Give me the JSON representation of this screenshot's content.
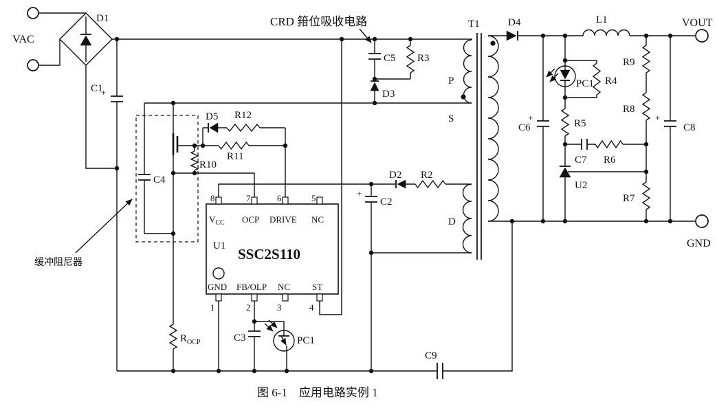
{
  "figure": {
    "caption": "图 6-1　应用电路实例 1"
  },
  "annotations": {
    "crd": "CRD 箝位吸收电路",
    "buffer_damper": "缓冲阻尼器"
  },
  "terminals": {
    "vac": "VAC",
    "vout": "VOUT",
    "gnd": "GND"
  },
  "transformer": {
    "ref": "T1",
    "primary": "P",
    "secondary": "S",
    "aux": "D"
  },
  "components": {
    "d1": "D1",
    "c1": "C1",
    "c5": "C5",
    "r3": "R3",
    "d3": "D3",
    "d5": "D5",
    "r12": "R12",
    "r11": "R11",
    "r10": "R10",
    "c4": "C4",
    "r_ocp_main": "R",
    "r_ocp_sub": "OCP",
    "c3": "C3",
    "pc1_primary": "PC1",
    "c2": "C2",
    "d2": "D2",
    "r2": "R2",
    "c9": "C9",
    "d4": "D4",
    "l1": "L1",
    "c6": "C6",
    "pc1_secondary": "PC1",
    "r4": "R4",
    "r5": "R5",
    "c7": "C7",
    "r6": "R6",
    "u2": "U2",
    "r9": "R9",
    "r8": "R8",
    "r7": "R7",
    "c8": "C8",
    "plus": "+"
  },
  "ic": {
    "ref": "U1",
    "part": "SSC2S110",
    "pins_top": [
      {
        "num": "8",
        "main": "V",
        "sub": "CC"
      },
      {
        "num": "7",
        "name": "OCP"
      },
      {
        "num": "6",
        "name": "DRIVE"
      },
      {
        "num": "5",
        "name": "NC"
      }
    ],
    "pins_bottom": [
      {
        "num": "1",
        "name": "GND"
      },
      {
        "num": "2",
        "name": "FB/OLP"
      },
      {
        "num": "3",
        "name": "NC"
      },
      {
        "num": "4",
        "name": "ST"
      }
    ]
  }
}
